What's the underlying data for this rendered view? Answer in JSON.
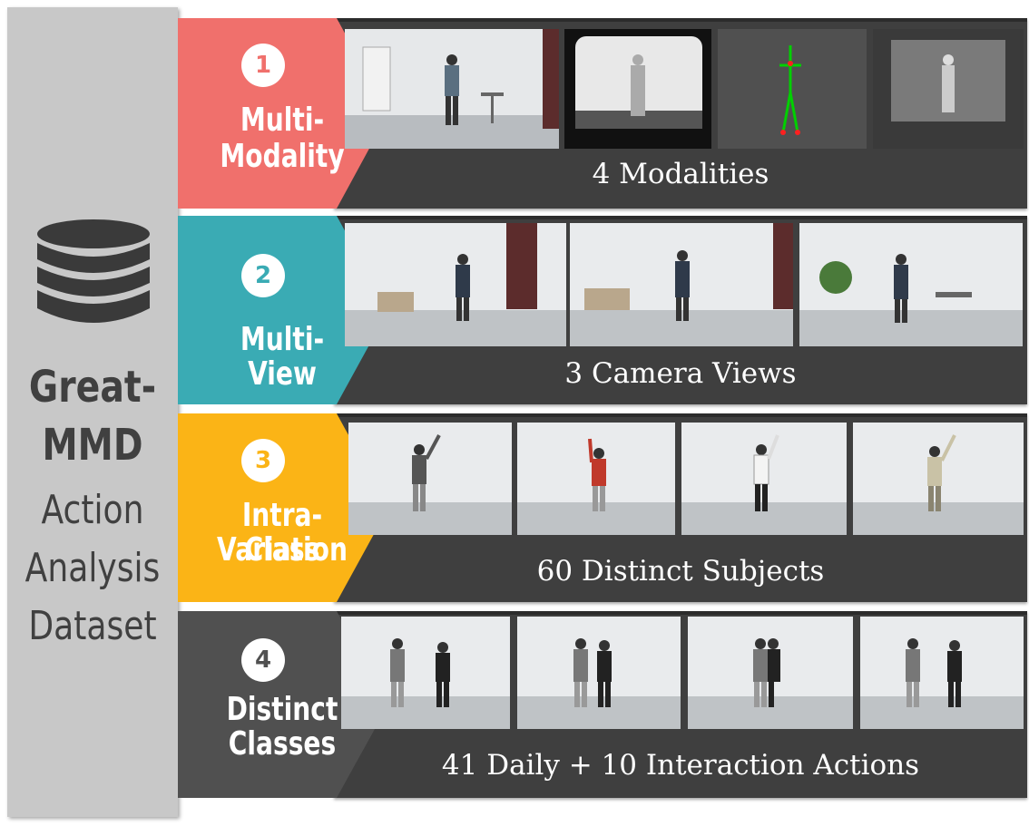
{
  "sidebar": {
    "icon": "database-icon",
    "title_line1": "Great-",
    "title_line2": "MMD",
    "subtitle_line1": "Action",
    "subtitle_line2": "Analysis",
    "subtitle_line3": "Dataset"
  },
  "rows": [
    {
      "number": "1",
      "label_line1": "Multi-",
      "label_line2": "Modality",
      "caption": "4 Modalities",
      "color": "#f0706c",
      "number_color": "#f0706c"
    },
    {
      "number": "2",
      "label_line1": "Multi-View",
      "label_line2": "",
      "caption": "3 Camera Views",
      "color": "#3aabb4",
      "number_color": "#3aabb4"
    },
    {
      "number": "3",
      "label_line1": "Intra-Class",
      "label_line2": "Variation",
      "caption": "60 Distinct Subjects",
      "color": "#fbb416",
      "number_color": "#fbb416"
    },
    {
      "number": "4",
      "label_line1": "Distinct",
      "label_line2": "Classes",
      "caption": "41 Daily + 10 Interaction Actions",
      "color": "#505050",
      "number_color": "#505050"
    }
  ]
}
